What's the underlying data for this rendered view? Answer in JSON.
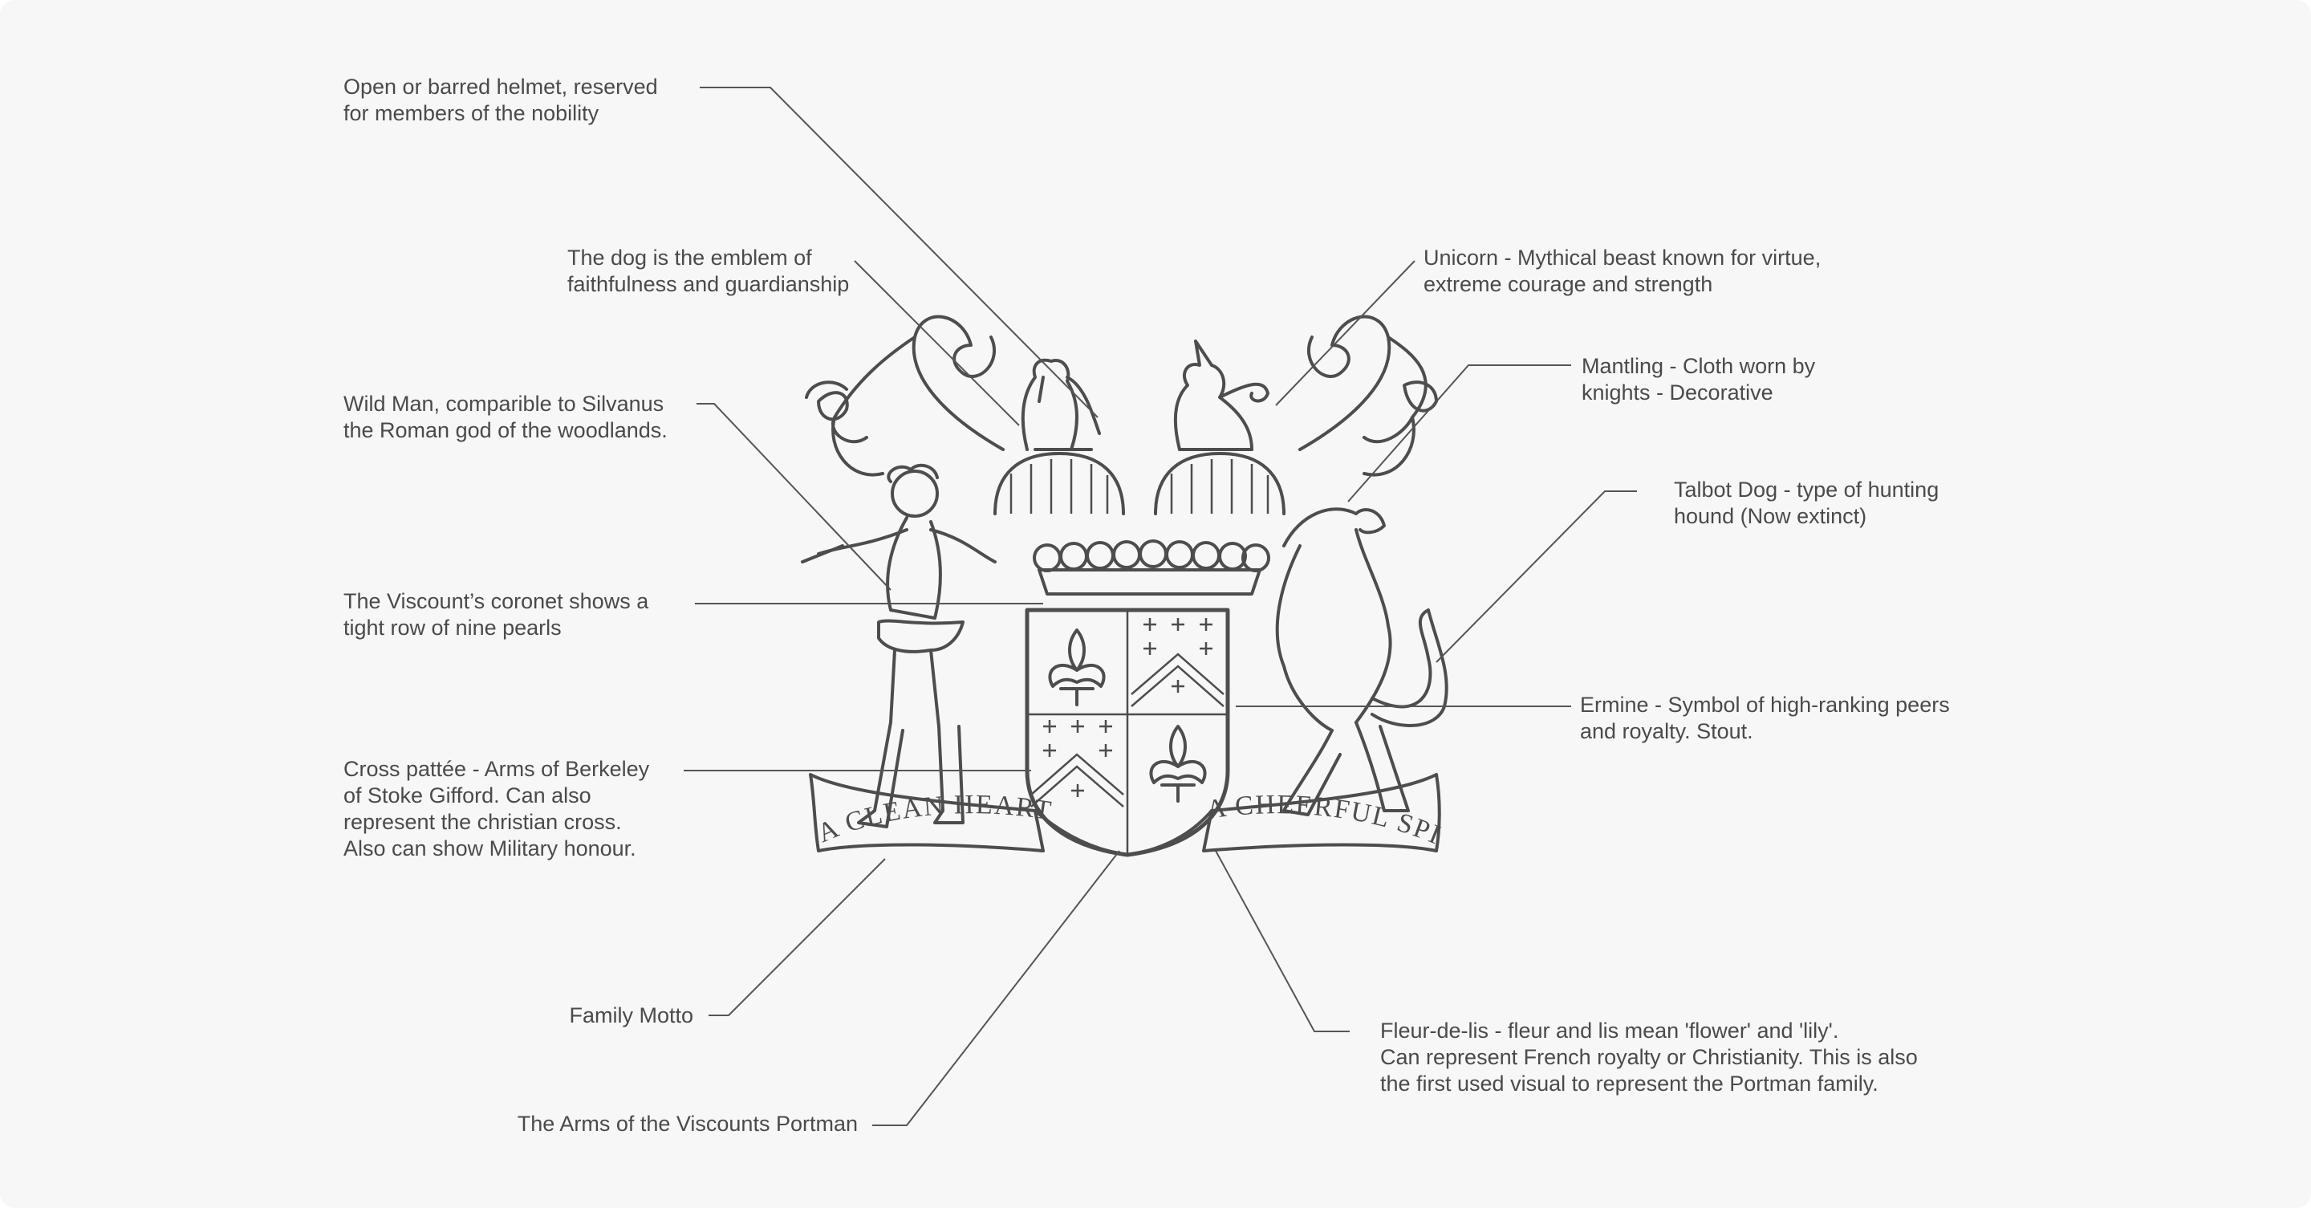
{
  "colors": {
    "background": "#f7f7f7",
    "text": "#4a4a4a",
    "ink": "#4d4d4d"
  },
  "motto": {
    "left": "A CLEAN HEART AND",
    "right": "A CHEERFUL SPIRIT"
  },
  "labels": {
    "helmet": [
      "Open or barred helmet, reserved",
      "for members of the nobility"
    ],
    "dog": [
      "The dog is the emblem of",
      "faithfulness and guardianship"
    ],
    "unicorn": [
      "Unicorn - Mythical beast known for virtue,",
      "extreme courage and strength"
    ],
    "mantling": [
      "Mantling - Cloth worn by",
      "knights - Decorative"
    ],
    "wildman": [
      "Wild Man, comparible to Silvanus",
      "the Roman god of the woodlands."
    ],
    "talbot": [
      "Talbot Dog - type of hunting",
      "hound (Now extinct)"
    ],
    "coronet": [
      "The Viscount’s coronet shows a",
      "tight row of nine pearls"
    ],
    "ermine": [
      "Ermine - Symbol of high-ranking peers",
      "and royalty. Stout."
    ],
    "cross": [
      "Cross pattée - Arms of Berkeley",
      "of Stoke Gifford. Can also",
      "represent the christian cross.",
      "Also can show Military honour."
    ],
    "motto_label": [
      "Family Motto"
    ],
    "fleur": [
      "Fleur-de-lis - fleur and lis mean 'flower' and 'lily'.",
      "Can represent French royalty or Christianity. This is also",
      "the first used visual to represent the Portman family."
    ],
    "arms": [
      "The Arms of the Viscounts Portman"
    ]
  }
}
